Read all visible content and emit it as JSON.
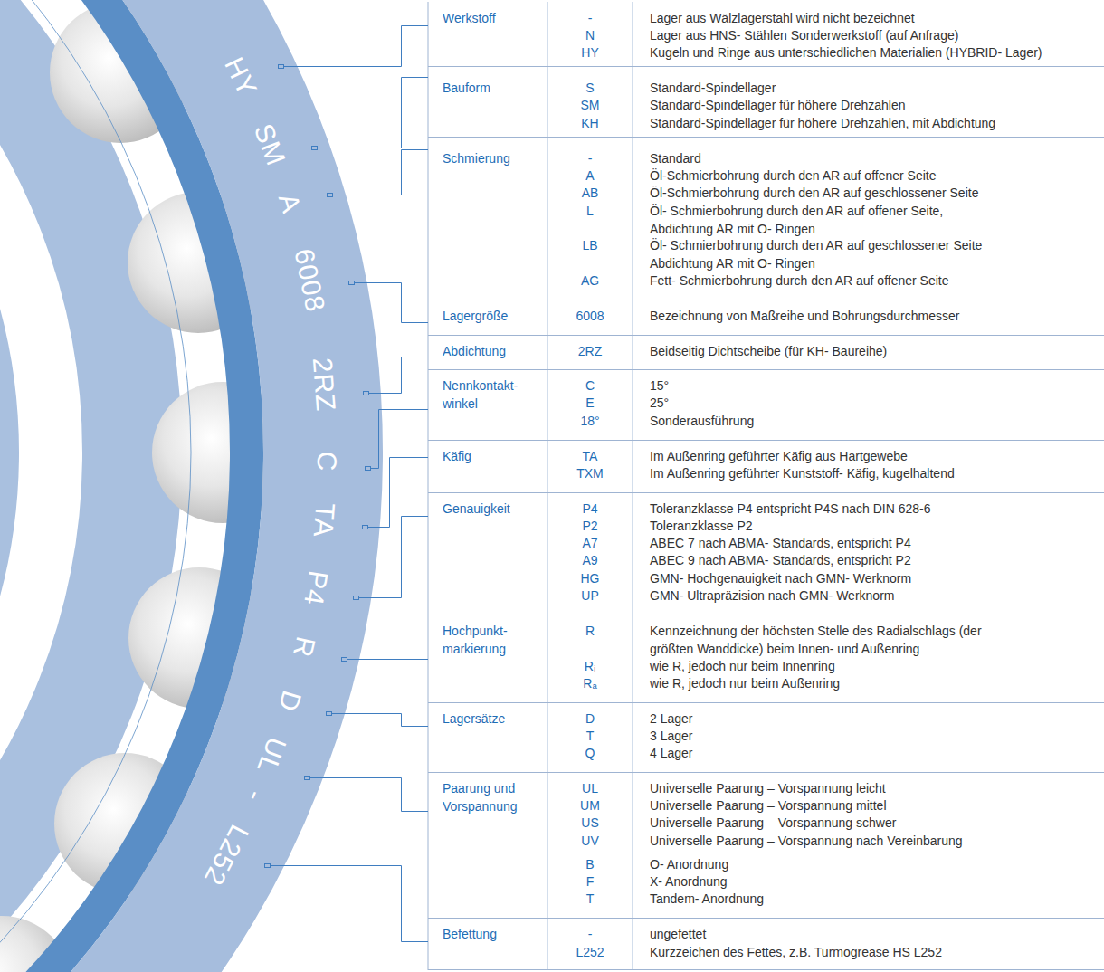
{
  "diagram": {
    "labels": [
      "HY",
      "SM",
      "A",
      "6008",
      "2RZ",
      "C",
      "TA",
      "P4",
      "R",
      "D",
      "UL",
      "-",
      "L252",
      "Werkstoff",
      "-",
      "Lager aus Wälzlagerstahl wird nicht bezeichnet",
      "N",
      "Lager aus HNS- Stählen Sonderwerkstoff (auf Anfrage)",
      "HY",
      "Kugeln und Ringe aus unterschiedlichen Materialien (HYBRID- Lager)",
      "Bauform",
      "S",
      "Standard-Spindellager",
      "SM",
      "Standard-Spindellager für höhere Drehzahlen",
      "KH",
      "Standard-Spindellager für höhere Drehzahlen, mit Abdichtung",
      "Schmierung",
      "-",
      "Standard",
      "A",
      "Öl-Schmierbohrung durch den AR auf offener Seite",
      "AB",
      "Öl-Schmierbohrung durch den AR auf geschlossener Seite",
      "L",
      "Öl- Schmierbohrung durch den AR auf offener Seite, Abdichtung AR mit O- Ringen",
      "LB",
      "Öl- Schmierbohrung durch den AR auf geschlossener Seite Abdichtung AR mit O- Ringen",
      "AG",
      "Fett- Schmierbohrung durch den AR auf offener Seite",
      "Lagergröße",
      "6008",
      "Bezeichnung von Maßreihe und Bohrungsdurchmesser",
      "Abdichtung",
      "2RZ",
      "Beidseitig Dichtscheibe (für KH- Baureihe)",
      "Nennkontakt- winkel",
      "C",
      "15°",
      "E",
      "25°",
      "18°",
      "Sonderausführung",
      "Käfig",
      "TA",
      "Im Außenring geführter Käfig aus Hartgewebe",
      "TXM",
      "Im Außenring geführter Kunststoff- Käfig, kugelhaltend",
      "Genauigkeit",
      "P4",
      "Toleranzklasse P4 entspricht P4S nach DIN 628-6",
      "P2",
      "Toleranzklasse P2",
      "A7",
      "ABEC 7 nach ABMA- Standards, entspricht P4",
      "A9",
      "ABEC 9 nach ABMA- Standards, entspricht P2",
      "HG",
      "GMN- Hochgenauigkeit nach GMN- Werknorm",
      "UP",
      "GMN- Ultrapräzision nach GMN- Werknorm",
      "Hochpunkt- markierung",
      "R",
      "Kennzeichnung der höchsten Stelle des Radialschlags (der größten Wanddicke) beim Innen- und Außenring",
      "Rᵢ",
      "wie R, jedoch nur beim Innenring",
      "Rₐ",
      "wie R, jedoch nur beim Außenring",
      "Lagersätze",
      "D",
      "2 Lager",
      "T",
      "3 Lager",
      "Q",
      "4 Lager",
      "Paarung und Vorspannung",
      "UL",
      "Universelle Paarung – Vorspannung leicht",
      "UM",
      "Universelle Paarung – Vorspannung mittel",
      "US",
      "Universelle Paarung – Vorspannung schwer",
      "UV",
      "Universelle Paarung – Vorspannung nach Vereinbarung",
      "B",
      "O- Anordnung",
      "F",
      "X- Anordnung",
      "T",
      "Tandem- Anordnung",
      "Befettung",
      "-",
      "ungefettet",
      "L252",
      "Kurzzeichen des Fettes, z.B. Turmogrease HS L252"
    ]
  }
}
